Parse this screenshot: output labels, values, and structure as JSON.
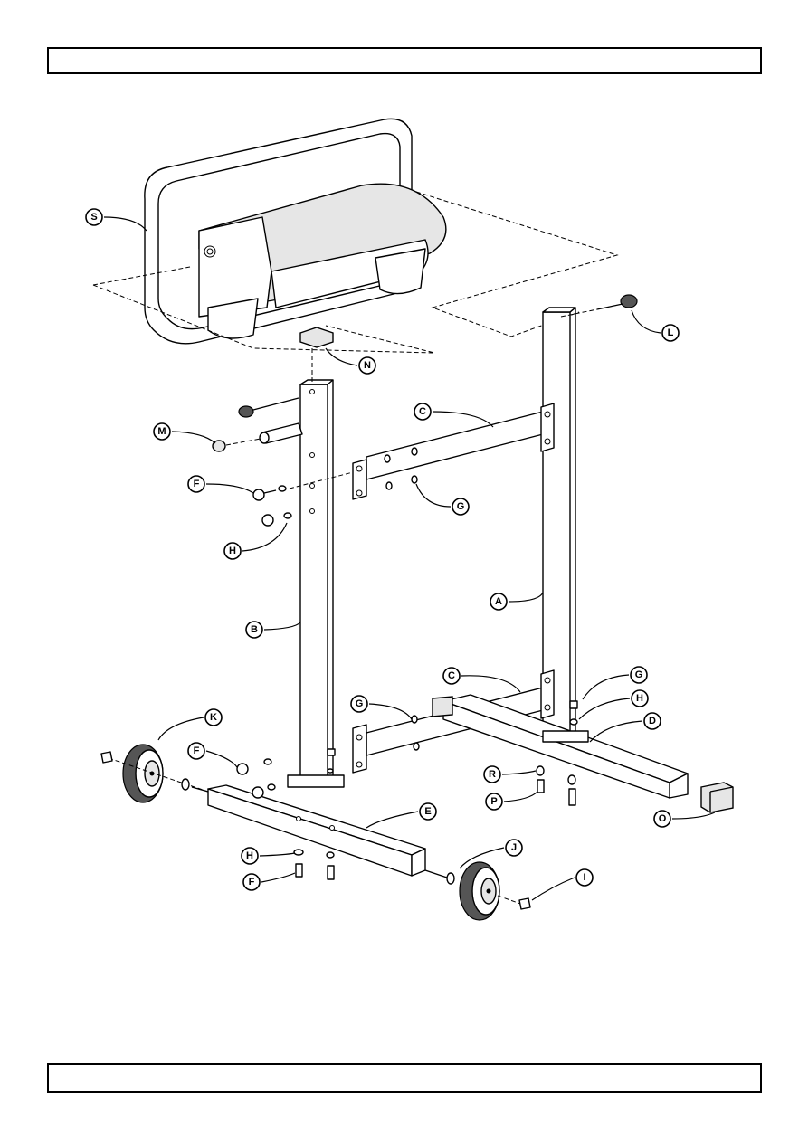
{
  "header": {
    "text": ""
  },
  "footer": {
    "text": ""
  },
  "callouts": {
    "S": "S",
    "N": "N",
    "L": "L",
    "M": "M",
    "C1": "C",
    "F1": "F",
    "G1": "G",
    "H1": "H",
    "A": "A",
    "B": "B",
    "C2": "C",
    "G2": "G",
    "G3": "G",
    "H2": "H",
    "D": "D",
    "K": "K",
    "F2": "F",
    "R": "R",
    "P": "P",
    "E": "E",
    "O": "O",
    "J": "J",
    "H3": "H",
    "F3": "F",
    "I": "I"
  }
}
